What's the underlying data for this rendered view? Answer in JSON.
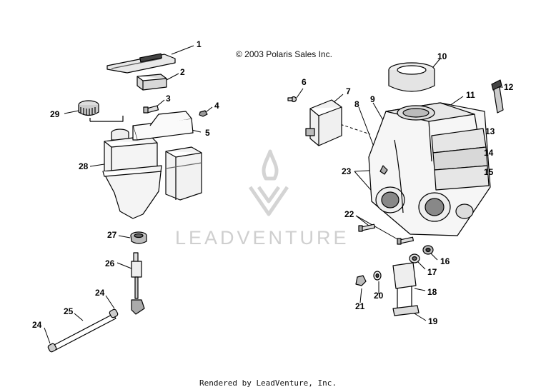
{
  "copyright": "© 2003 Polaris Sales Inc.",
  "footer": "Rendered by LeadVenture, Inc.",
  "watermark": "LEADVENTURE",
  "callouts": [
    "1",
    "2",
    "3",
    "4",
    "5",
    "6",
    "7",
    "8",
    "9",
    "10",
    "11",
    "12",
    "13",
    "14",
    "15",
    "16",
    "17",
    "18",
    "19",
    "20",
    "21",
    "22",
    "23",
    "24",
    "24",
    "25",
    "26",
    "27",
    "28",
    "29"
  ]
}
